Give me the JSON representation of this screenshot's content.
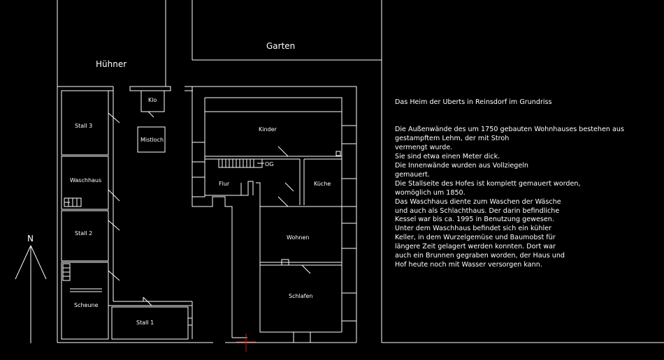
{
  "labels": {
    "huehner": "Hühner",
    "garten": "Garten",
    "klo": "Klo",
    "mistloch": "Mistloch",
    "stall3": "Stall 3",
    "waschhaus": "Waschhaus",
    "stall2": "Stall 2",
    "scheune": "Scheune",
    "stall1": "Stall 1",
    "kinder": "Kinder",
    "og": "OG",
    "flur": "Flur",
    "kueche": "Küche",
    "wohnen": "Wohnen",
    "schlafen": "Schlafen",
    "north": "N"
  },
  "description": {
    "title": "Das Heim der Uberts in Reinsdorf im Grundriss",
    "lines": [
      "Die Außenwände des um 1750 gebauten Wohnhauses bestehen aus",
      "gestampftem Lehm, der mit Stroh",
      "vermengt wurde.",
      "Sie sind etwa einen Meter dick.",
      "Die Innenwände wurden aus Vollziegeln",
      "gemauert.",
      "Die Stallseite des Hofes ist komplett gemauert worden,",
      "womöglich um 1850.",
      "Das Waschhaus diente zum Waschen der Wäsche",
      "und auch als Schlachthaus. Der darin befindliche",
      "Kessel war bis ca. 1995 in Benutzung gewesen.",
      "Unter dem Waschhaus befindet sich ein kühler",
      "Keller, in dem Wurzelgemüse und Baumobst für",
      "längere Zeit gelagert werden konnten. Dort war",
      "auch ein Brunnen gegraben worden, der Haus und",
      "Hof heute noch mit Wasser versorgen kann."
    ]
  },
  "colors": {
    "background": "#000000",
    "lines": "#ffffff",
    "cursor": "#d01010"
  }
}
